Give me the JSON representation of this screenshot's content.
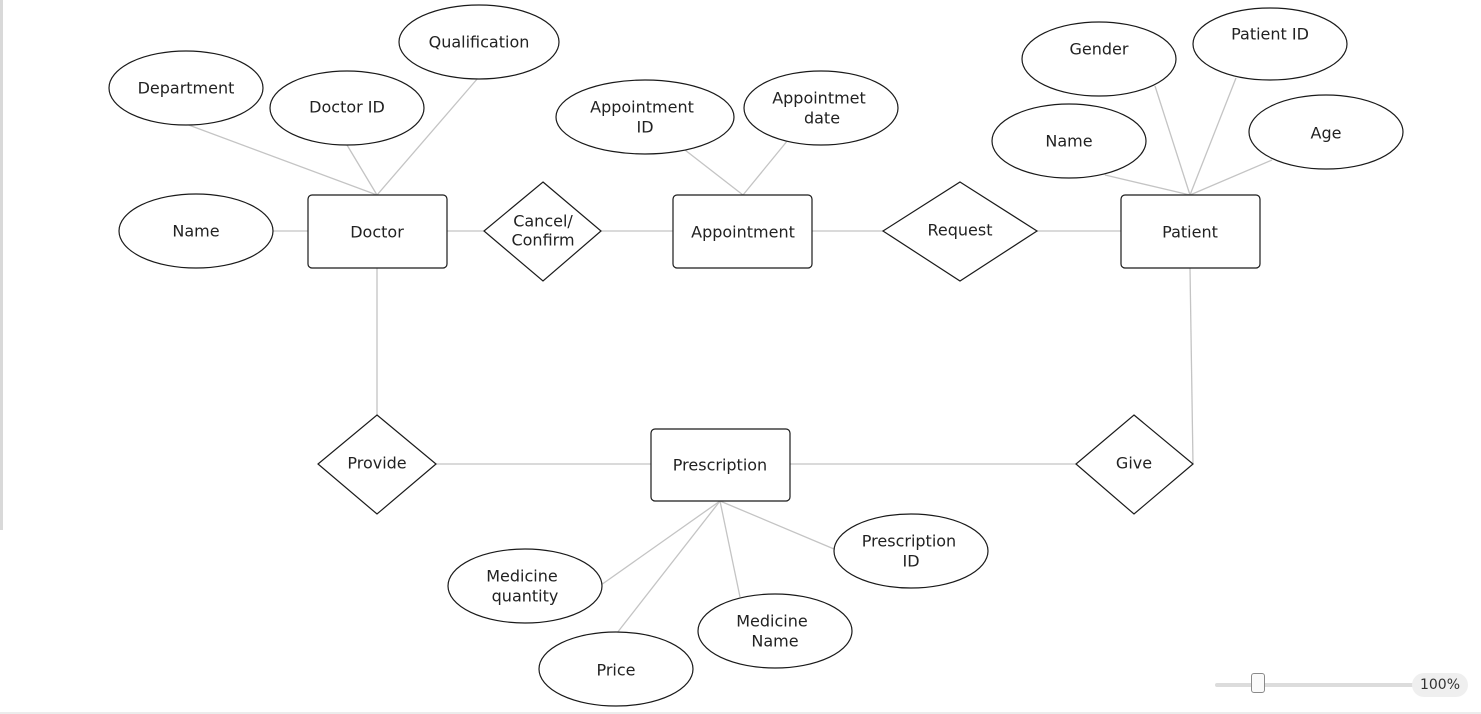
{
  "diagram": {
    "entities": {
      "doctor": "Doctor",
      "appointment": "Appointment",
      "patient": "Patient",
      "prescription": "Prescription"
    },
    "relationships": {
      "cancel_confirm": [
        "Cancel/",
        "Confirm"
      ],
      "request": "Request",
      "provide": "Provide",
      "give": "Give"
    },
    "attributes": {
      "doctor": {
        "department": "Department",
        "doctor_id": "Doctor ID",
        "qualification": "Qualification",
        "name": "Name"
      },
      "appointment": {
        "appointment_id": [
          "Appointment",
          "ID"
        ],
        "appointment_date": [
          "Appointmet",
          "date"
        ]
      },
      "patient": {
        "gender": "Gender",
        "patient_id": "Patient ID",
        "name": "Name",
        "age": "Age"
      },
      "prescription": {
        "medicine_quantity": [
          "Medicine",
          "quantity"
        ],
        "price": "Price",
        "medicine_name": [
          "Medicine",
          "Name"
        ],
        "prescription_id": [
          "Prescription",
          "ID"
        ]
      }
    }
  },
  "zoom": {
    "level": 100,
    "label": "100%"
  }
}
